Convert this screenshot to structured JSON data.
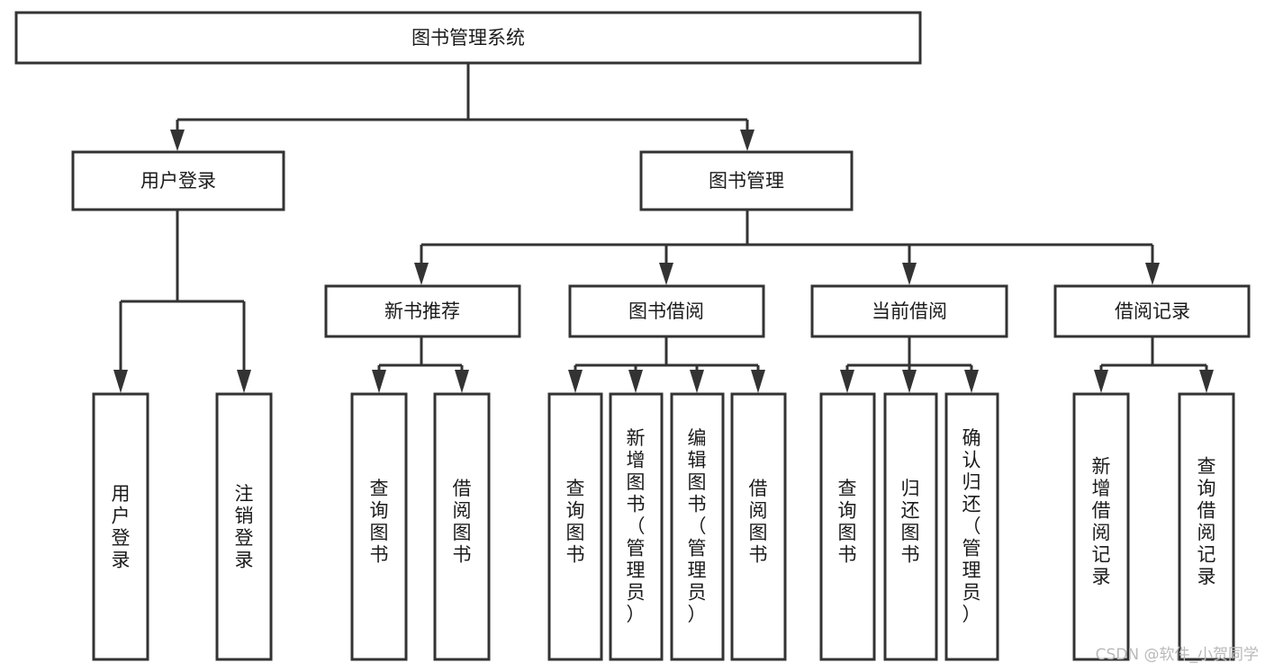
{
  "diagram": {
    "title": "图书管理系统",
    "type": "tree",
    "orientation": "top-down",
    "colors": {
      "box_stroke": "#333333",
      "box_fill": "#ffffff",
      "connector": "#333333",
      "text": "#1b1b1b",
      "background": "#ffffff",
      "watermark": "#b9b9b9"
    },
    "levels": {
      "root": {
        "label": "图书管理系统"
      },
      "level2": [
        {
          "id": "user-login",
          "label": "用户登录"
        },
        {
          "id": "book-management",
          "label": "图书管理"
        }
      ],
      "level3": [
        {
          "id": "new-book-recommend",
          "label": "新书推荐",
          "parent": "book-management"
        },
        {
          "id": "book-borrow",
          "label": "图书借阅",
          "parent": "book-management"
        },
        {
          "id": "current-borrow",
          "label": "当前借阅",
          "parent": "book-management"
        },
        {
          "id": "borrow-record",
          "label": "借阅记录",
          "parent": "book-management"
        }
      ],
      "leaves": [
        {
          "id": "leaf-user-login",
          "label": "用户登录",
          "parent": "user-login"
        },
        {
          "id": "leaf-logout",
          "label": "注销登录",
          "parent": "user-login"
        },
        {
          "id": "leaf-query-book-1",
          "label": "查询图书",
          "parent": "new-book-recommend"
        },
        {
          "id": "leaf-borrow-book-1",
          "label": "借阅图书",
          "parent": "new-book-recommend"
        },
        {
          "id": "leaf-query-book-2",
          "label": "查询图书",
          "parent": "book-borrow"
        },
        {
          "id": "leaf-add-book",
          "label": "新增图书（管理员）",
          "parent": "book-borrow"
        },
        {
          "id": "leaf-edit-book",
          "label": "编辑图书（管理员）",
          "parent": "book-borrow"
        },
        {
          "id": "leaf-borrow-book-2",
          "label": "借阅图书",
          "parent": "book-borrow"
        },
        {
          "id": "leaf-query-book-3",
          "label": "查询图书",
          "parent": "current-borrow"
        },
        {
          "id": "leaf-return-book",
          "label": "归还图书",
          "parent": "current-borrow"
        },
        {
          "id": "leaf-confirm-return",
          "label": "确认归还（管理员）",
          "parent": "current-borrow"
        },
        {
          "id": "leaf-add-record",
          "label": "新增借阅记录",
          "parent": "borrow-record"
        },
        {
          "id": "leaf-query-record",
          "label": "查询借阅记录",
          "parent": "borrow-record"
        }
      ]
    },
    "watermark": "CSDN @软件_小贺同学"
  }
}
